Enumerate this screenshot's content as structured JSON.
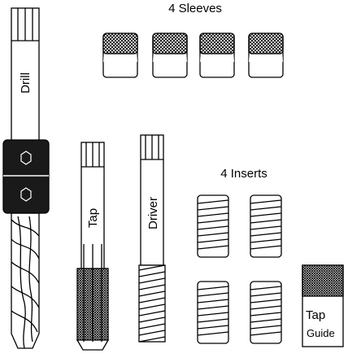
{
  "labels": {
    "sleeves_title": "4 Sleeves",
    "inserts_title": "4 Inserts",
    "drill": "Drill",
    "tap": "Tap",
    "driver": "Driver",
    "tap_guide_line1": "Tap",
    "tap_guide_line2": "Guide"
  },
  "counts": {
    "sleeves": 4,
    "inserts": 4
  },
  "colors": {
    "outline": "#000000",
    "collar": "#1a1a1a",
    "fill": "#ffffff"
  }
}
